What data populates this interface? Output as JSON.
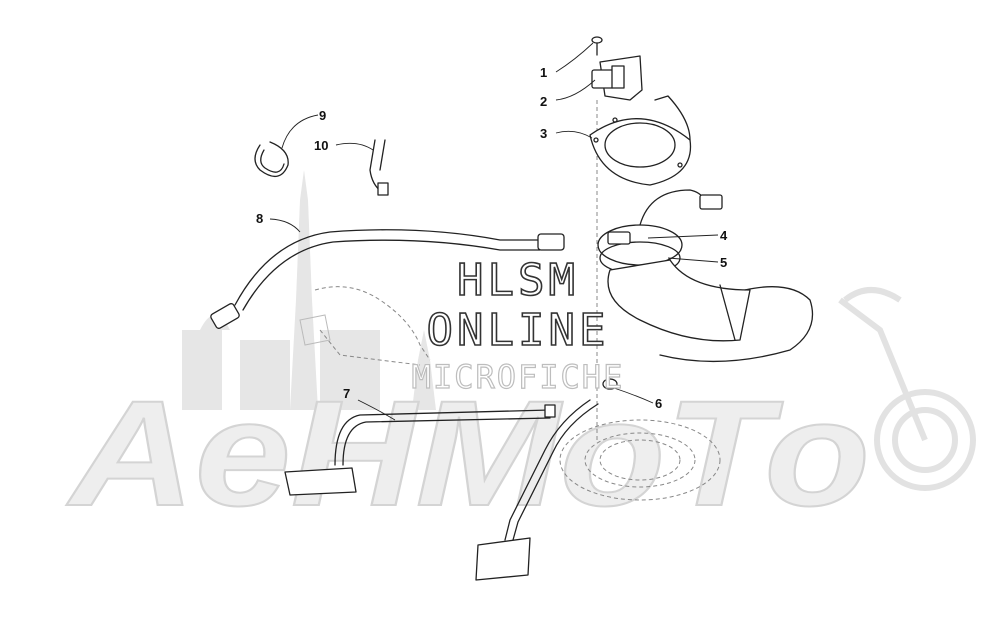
{
  "watermark": {
    "brand": "AeHMoTo",
    "site_line1": "HLSM",
    "site_line2": "ONLINE",
    "site_line3": "MICROFICHE"
  },
  "callouts": [
    {
      "id": "1",
      "label": "1"
    },
    {
      "id": "2",
      "label": "2"
    },
    {
      "id": "3",
      "label": "3"
    },
    {
      "id": "4",
      "label": "4"
    },
    {
      "id": "5",
      "label": "5"
    },
    {
      "id": "6",
      "label": "6"
    },
    {
      "id": "7",
      "label": "7"
    },
    {
      "id": "8",
      "label": "8"
    },
    {
      "id": "9",
      "label": "9"
    },
    {
      "id": "10",
      "label": "10"
    }
  ]
}
